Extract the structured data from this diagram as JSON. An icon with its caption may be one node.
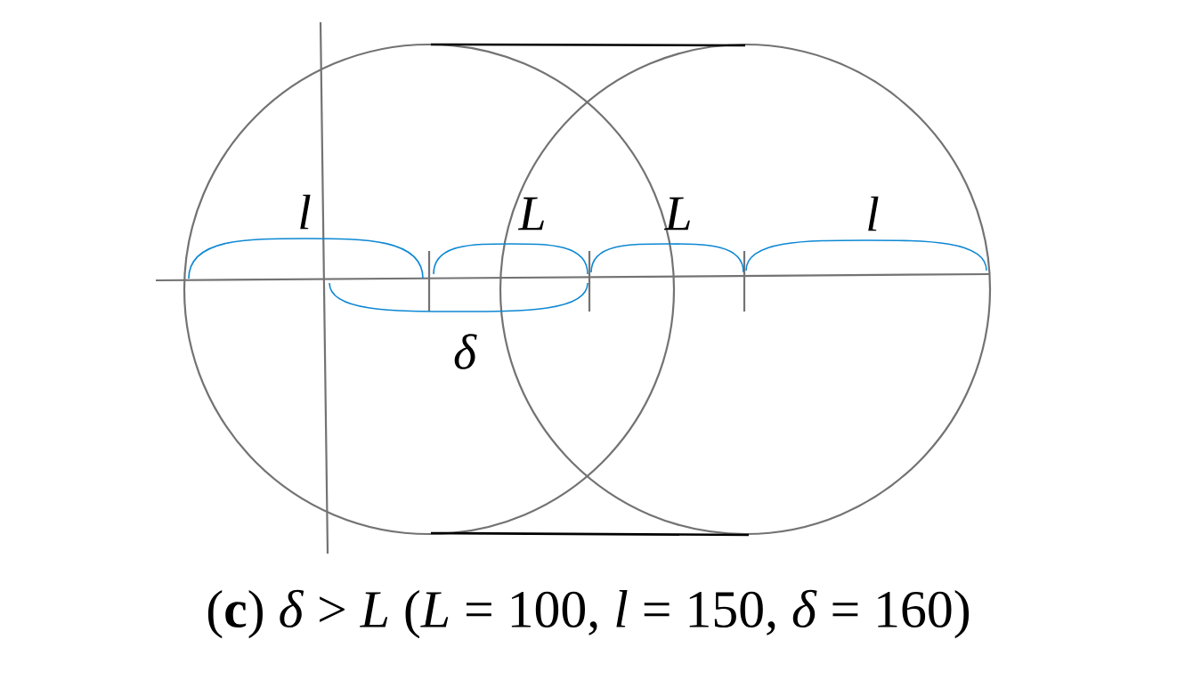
{
  "diagram": {
    "caption": "(**c**)  *δ* > *L*  (*L* = 100,  *l* = 150,  *δ* = 160)",
    "labels": [
      "l",
      "L",
      "L",
      "l",
      "δ"
    ]
  }
}
